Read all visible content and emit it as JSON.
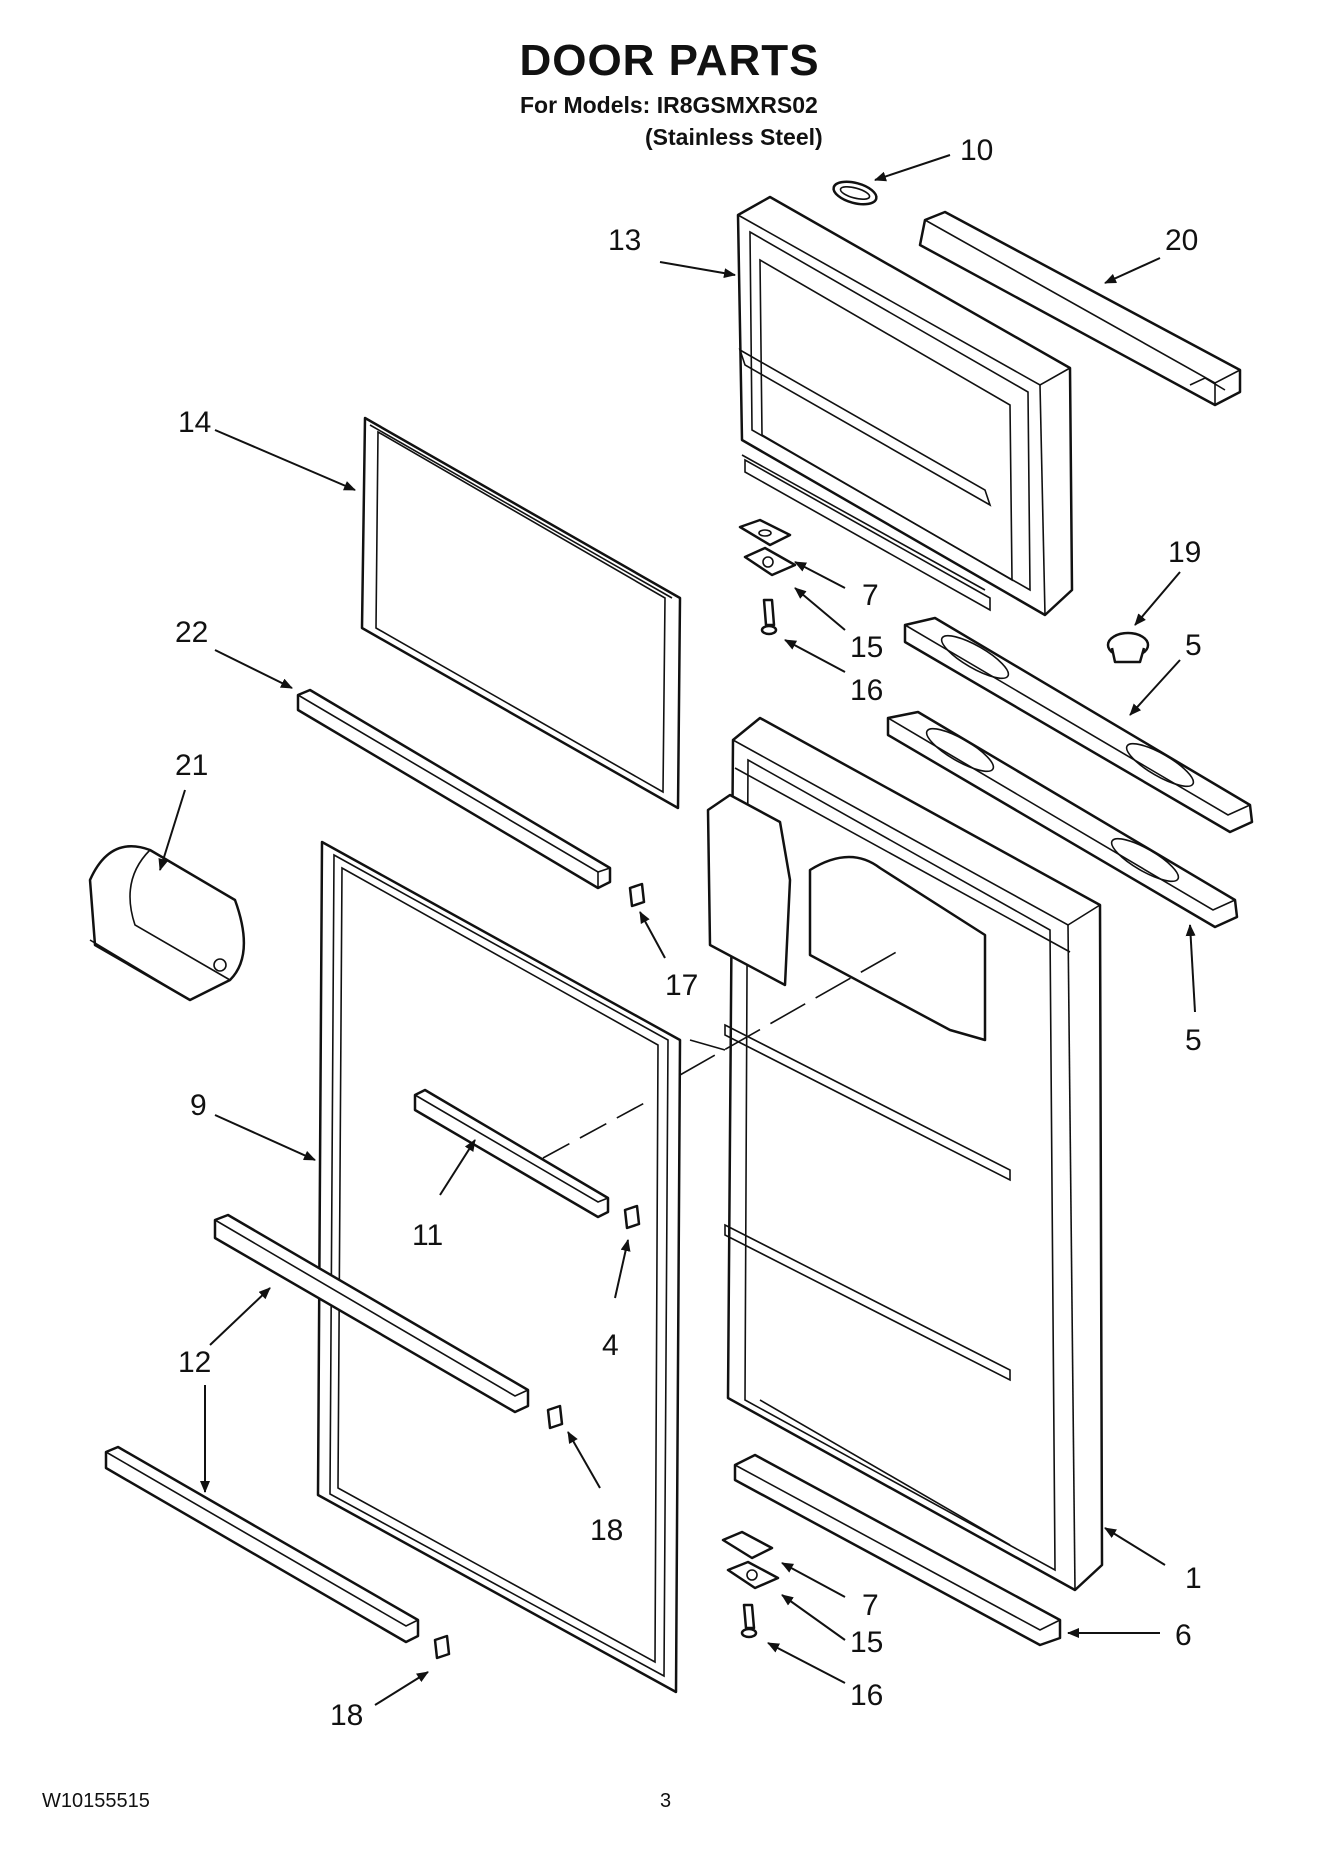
{
  "header": {
    "title": "DOOR PARTS",
    "models_line": "For Models: IR8GSMXRS02",
    "finish_line": "(Stainless Steel)"
  },
  "footer": {
    "doc_number": "W10155515",
    "page_number": "3"
  },
  "callouts": {
    "c10": "10",
    "c20": "20",
    "c13": "13",
    "c14": "14",
    "c19": "19",
    "c7a": "7",
    "c15a": "15",
    "c16a": "16",
    "c5a": "5",
    "c22": "22",
    "c21": "21",
    "c17": "17",
    "c5b": "5",
    "c9": "9",
    "c11": "11",
    "c4": "4",
    "c12": "12",
    "c18a": "18",
    "c1": "1",
    "c7b": "7",
    "c15b": "15",
    "c6": "6",
    "c16b": "16",
    "c18b": "18"
  }
}
